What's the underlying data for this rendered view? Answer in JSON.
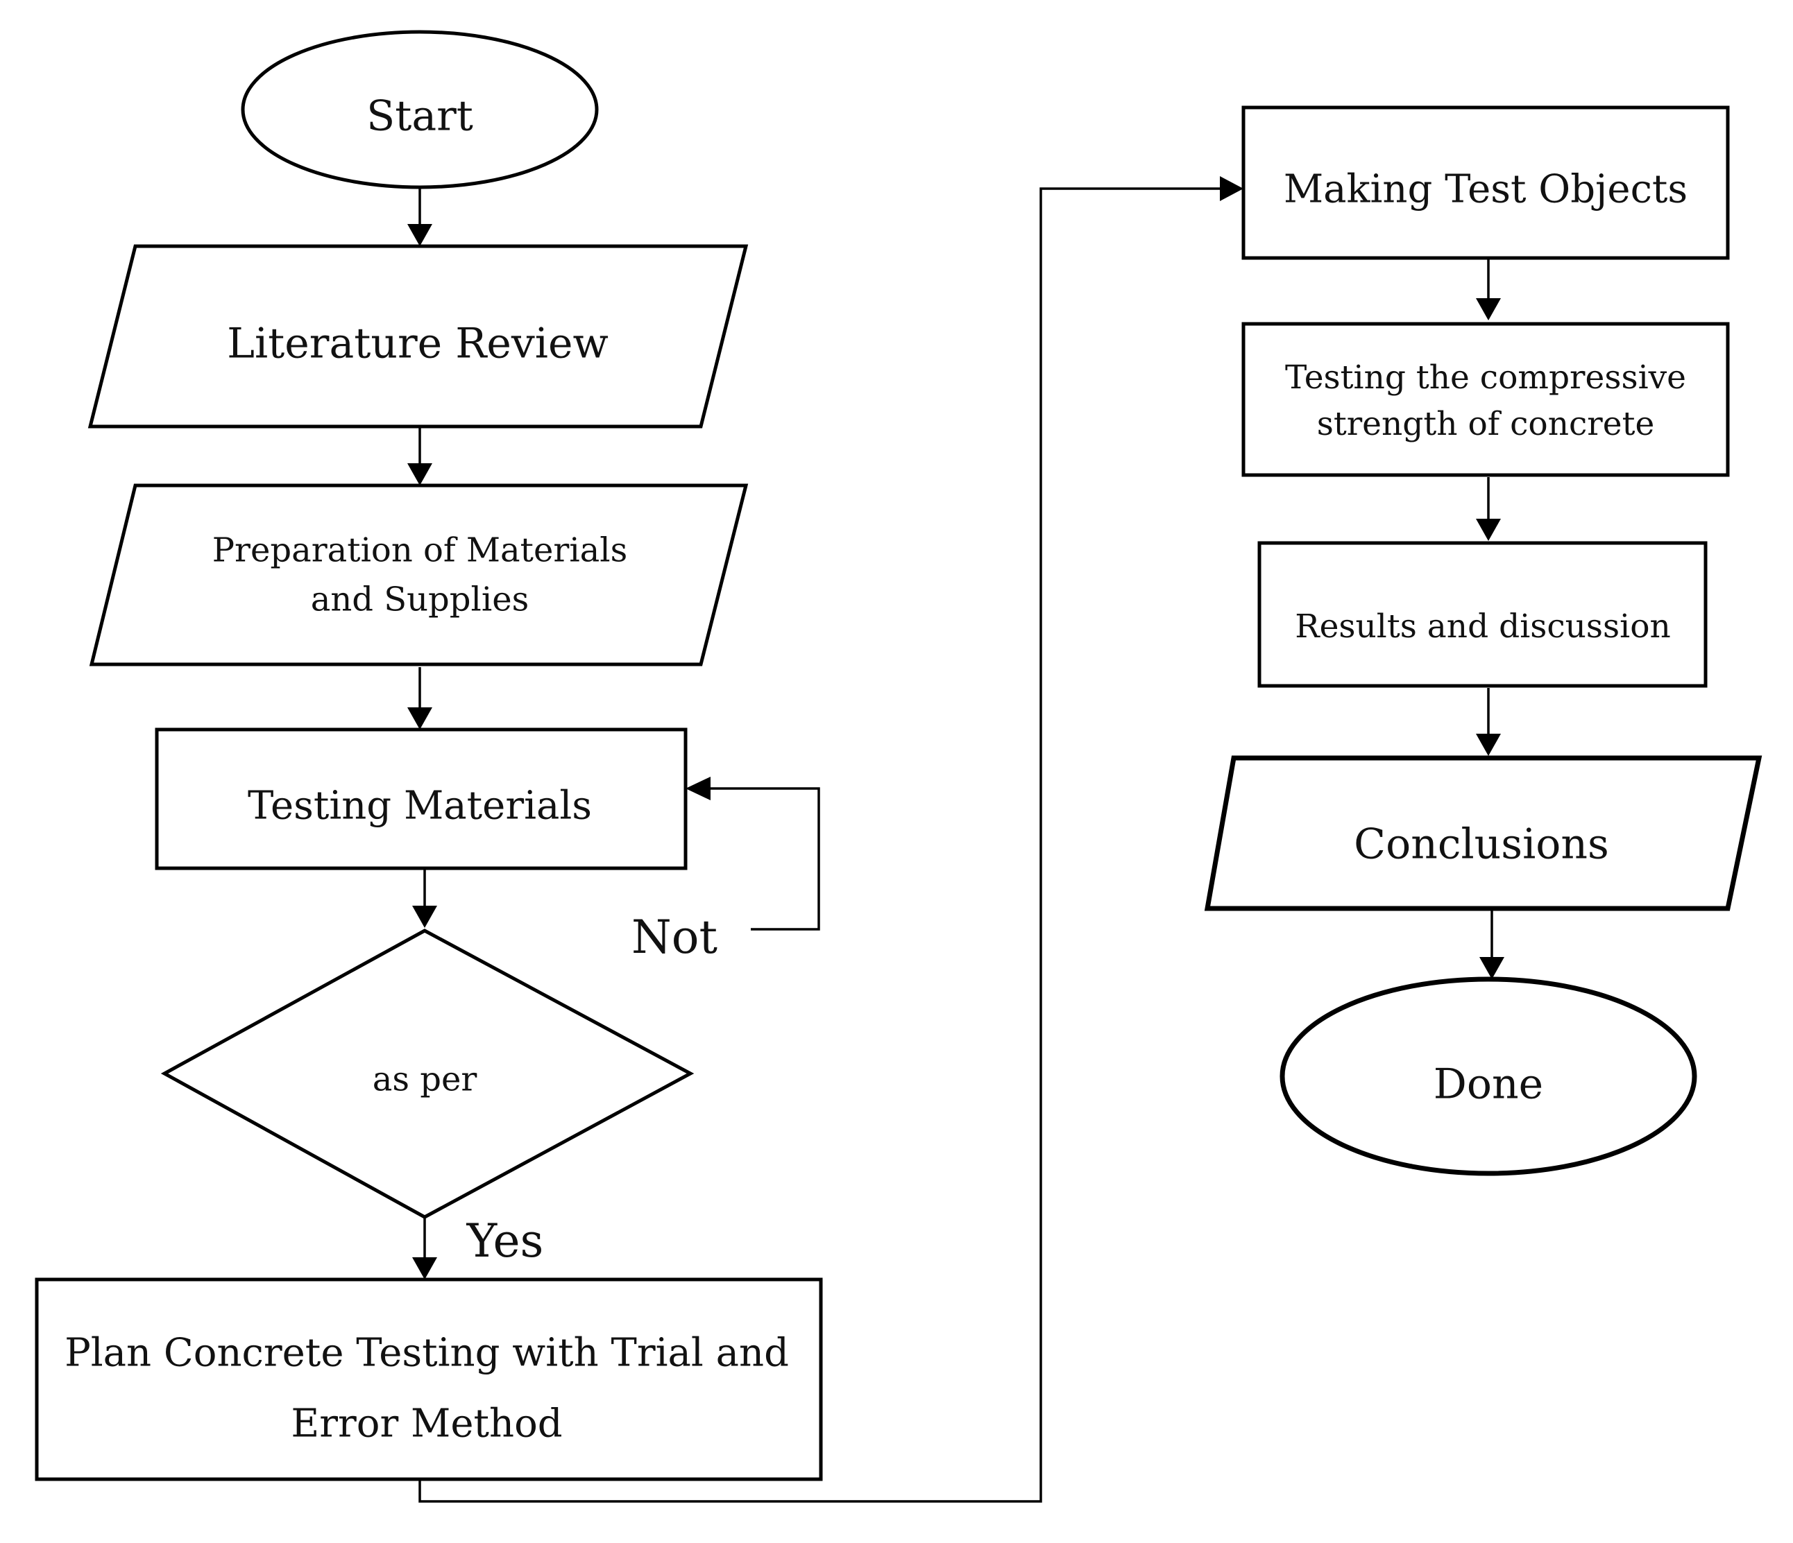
{
  "diagram": {
    "nodes": {
      "start": {
        "label": "Start",
        "shape": "ellipse"
      },
      "literature_review": {
        "label": "Literature Review",
        "shape": "parallelogram"
      },
      "preparation": {
        "lines": [
          "Preparation of  Materials",
          "and Supplies"
        ],
        "shape": "parallelogram"
      },
      "testing_materials": {
        "label": "Testing Materials",
        "shape": "rectangle"
      },
      "decision": {
        "label": "as per",
        "shape": "diamond"
      },
      "plan_testing": {
        "lines": [
          "Plan Concrete Testing with Trial and",
          "Error Method"
        ],
        "shape": "rectangle"
      },
      "making_objects": {
        "label": "Making Test Objects",
        "shape": "rectangle"
      },
      "compressive_test": {
        "lines": [
          "Testing  the compressive",
          "strength  of  concrete"
        ],
        "shape": "rectangle"
      },
      "results": {
        "label": "Results  and  discussion",
        "shape": "rectangle"
      },
      "conclusions": {
        "label": "Conclusions",
        "shape": "parallelogram"
      },
      "done": {
        "label": "Done",
        "shape": "ellipse"
      }
    },
    "branch_labels": {
      "no": "Not",
      "yes": "Yes"
    },
    "edges": [
      {
        "from": "start",
        "to": "literature_review"
      },
      {
        "from": "literature_review",
        "to": "preparation"
      },
      {
        "from": "preparation",
        "to": "testing_materials"
      },
      {
        "from": "testing_materials",
        "to": "decision"
      },
      {
        "from": "decision",
        "to": "testing_materials",
        "label": "Not"
      },
      {
        "from": "decision",
        "to": "plan_testing",
        "label": "Yes"
      },
      {
        "from": "plan_testing",
        "to": "making_objects"
      },
      {
        "from": "making_objects",
        "to": "compressive_test"
      },
      {
        "from": "compressive_test",
        "to": "results"
      },
      {
        "from": "results",
        "to": "conclusions"
      },
      {
        "from": "conclusions",
        "to": "done"
      }
    ]
  }
}
